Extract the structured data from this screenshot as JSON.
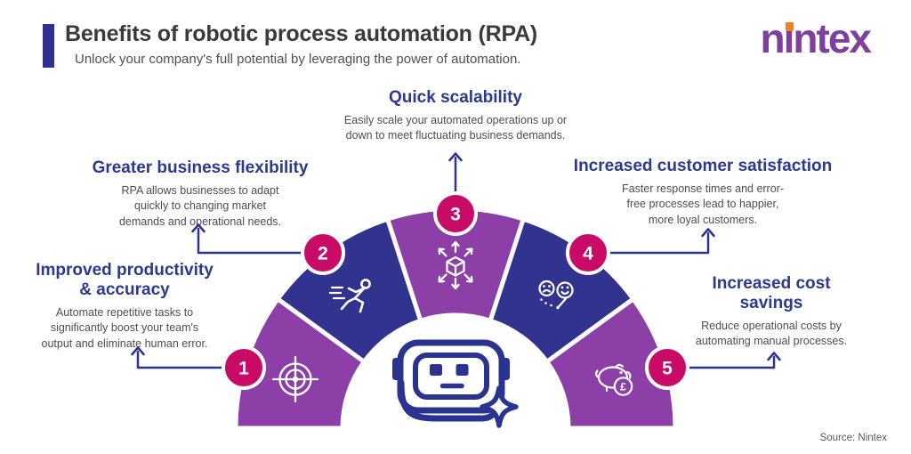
{
  "header": {
    "title": "Benefits of robotic process automation (RPA)",
    "subtitle": "Unlock your company's full potential by leveraging the power of automation.",
    "logo": {
      "part1": "n",
      "part2": "ı",
      "part3": "ntex"
    }
  },
  "benefits": [
    {
      "number": "1",
      "title": "Improved productivity\n& accuracy",
      "description": "Automate repetitive tasks to\nsignificantly boost your team's\noutput and eliminate human error.",
      "icon": "target-icon"
    },
    {
      "number": "2",
      "title": "Greater business flexibility",
      "description": "RPA allows businesses to adapt\nquickly to changing market\ndemands and operational needs.",
      "icon": "running-person-icon"
    },
    {
      "number": "3",
      "title": "Quick scalability",
      "description": "Easily scale your automated operations up or\ndown to meet fluctuating business demands.",
      "icon": "scaling-cube-icon"
    },
    {
      "number": "4",
      "title": "Increased customer satisfaction",
      "description": "Faster response times and error-\nfree processes lead to happier,\nmore loyal customers.",
      "icon": "satisfaction-faces-icon"
    },
    {
      "number": "5",
      "title": "Increased cost\nsavings",
      "description": "Reduce operational costs by\nautomating manual processes.",
      "icon": "piggy-bank-icon"
    }
  ],
  "piggy_coin_symbol": "£",
  "footer": {
    "source": "Source: Nintex"
  },
  "colors": {
    "segment_purple": "#8C3FA6",
    "segment_indigo": "#32338E",
    "badge_magenta": "#C70B67",
    "arrow_indigo": "#2B3390",
    "heading_blue": "#2B3990",
    "logo_purple": "#7E3F9D",
    "logo_dot_orange": "#F6821F",
    "accent_bar": "#2E3192"
  }
}
